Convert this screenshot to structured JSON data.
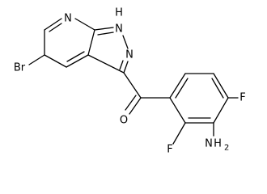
{
  "atoms": {
    "n7": "N",
    "nh": "N",
    "h": "H",
    "n2": "N",
    "br": "Br",
    "o": "O",
    "f1": "F",
    "f2": "F",
    "nh2_n": "N",
    "nh2_h": "H",
    "nh2_sub": "2"
  }
}
